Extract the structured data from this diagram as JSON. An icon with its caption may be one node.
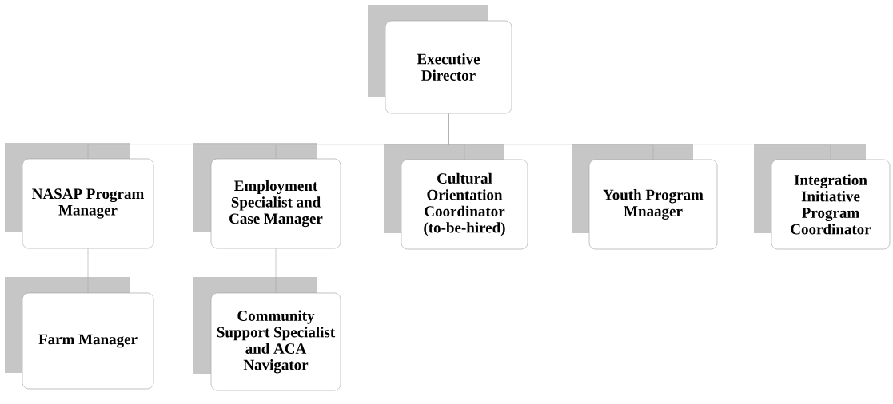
{
  "diagram": {
    "nodes": [
      {
        "text": [
          "Executive Director"
        ]
      },
      {
        "text": [
          "NASAP Program Manager"
        ]
      },
      {
        "text": [
          "Employment Specialist and Case Manager"
        ]
      },
      {
        "text": [
          "Cultural Orientation Coordinator (to-be-hired)"
        ]
      },
      {
        "text": [
          "Youth Program Mnaager"
        ]
      },
      {
        "text": [
          "Integration Initiative Program Coordinator"
        ]
      },
      {
        "text": [
          "Farm Manager"
        ]
      },
      {
        "text": [
          "Community Support Specialist and ACA Navigator"
        ]
      }
    ],
    "edges": [
      {
        "from": 0,
        "to": 1,
        "arrow": "none"
      },
      {
        "from": 0,
        "to": 2,
        "arrow": "none"
      },
      {
        "from": 0,
        "to": 3,
        "arrow": "none"
      },
      {
        "from": 0,
        "to": 4,
        "arrow": "none"
      },
      {
        "from": 0,
        "to": 5,
        "arrow": "none"
      },
      {
        "from": 1,
        "to": 6,
        "arrow": "none"
      },
      {
        "from": 2,
        "to": 7,
        "arrow": "none"
      }
    ]
  }
}
